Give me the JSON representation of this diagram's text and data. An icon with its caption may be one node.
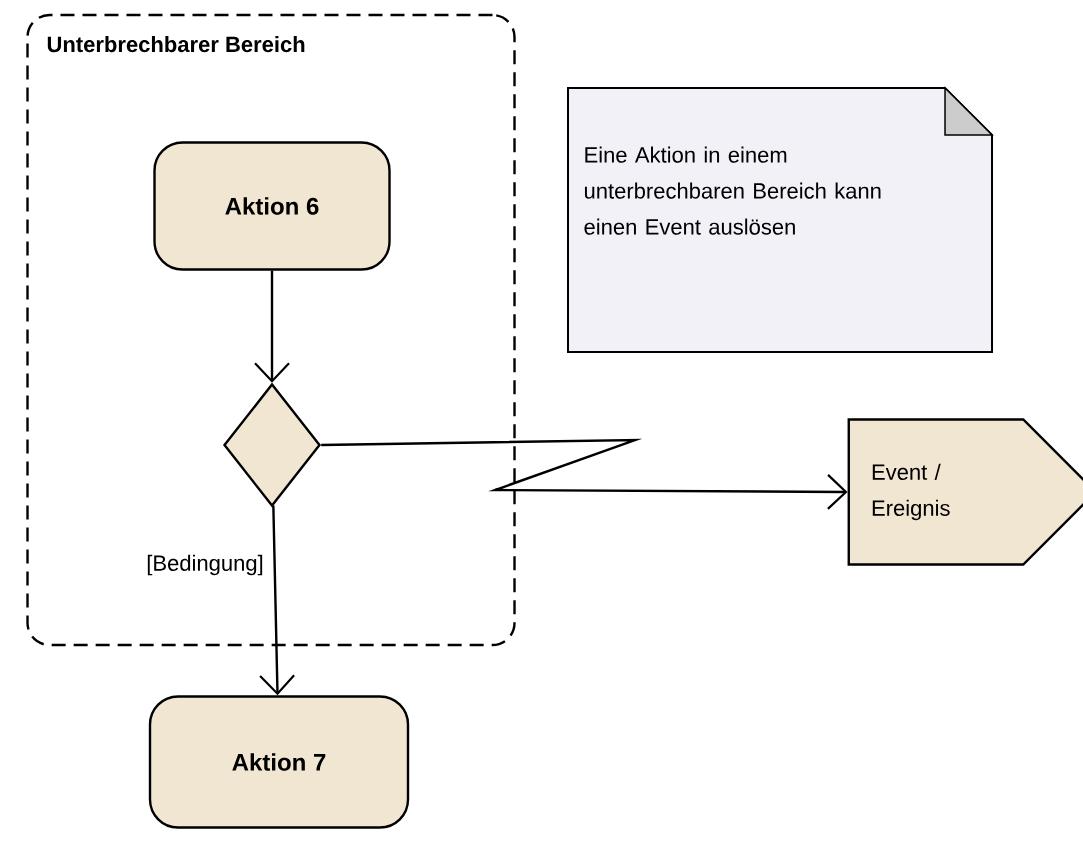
{
  "diagram": {
    "nodes": [
      {
        "text": [
          "Unterbrechbarer Bereich"
        ]
      },
      {
        "text": [
          "Aktion 6"
        ],
        "in": 0
      },
      {
        "text": [],
        "shape": "diamond",
        "in": 0
      },
      {
        "text": [
          "Aktion 7"
        ]
      },
      {
        "text": [
          "Eine Aktion in einem unterbrechbaren Bereich kann einen Event auslösen"
        ]
      },
      {
        "text": [
          "Event / Ereignis"
        ]
      }
    ],
    "edges": [
      {
        "from": 1,
        "to": 2,
        "arrow": "to"
      },
      {
        "from": 2,
        "to": 3,
        "arrow": "to",
        "label": "[Bedingung]"
      },
      {
        "from": 2,
        "to": 5,
        "arrow": "to"
      }
    ]
  }
}
